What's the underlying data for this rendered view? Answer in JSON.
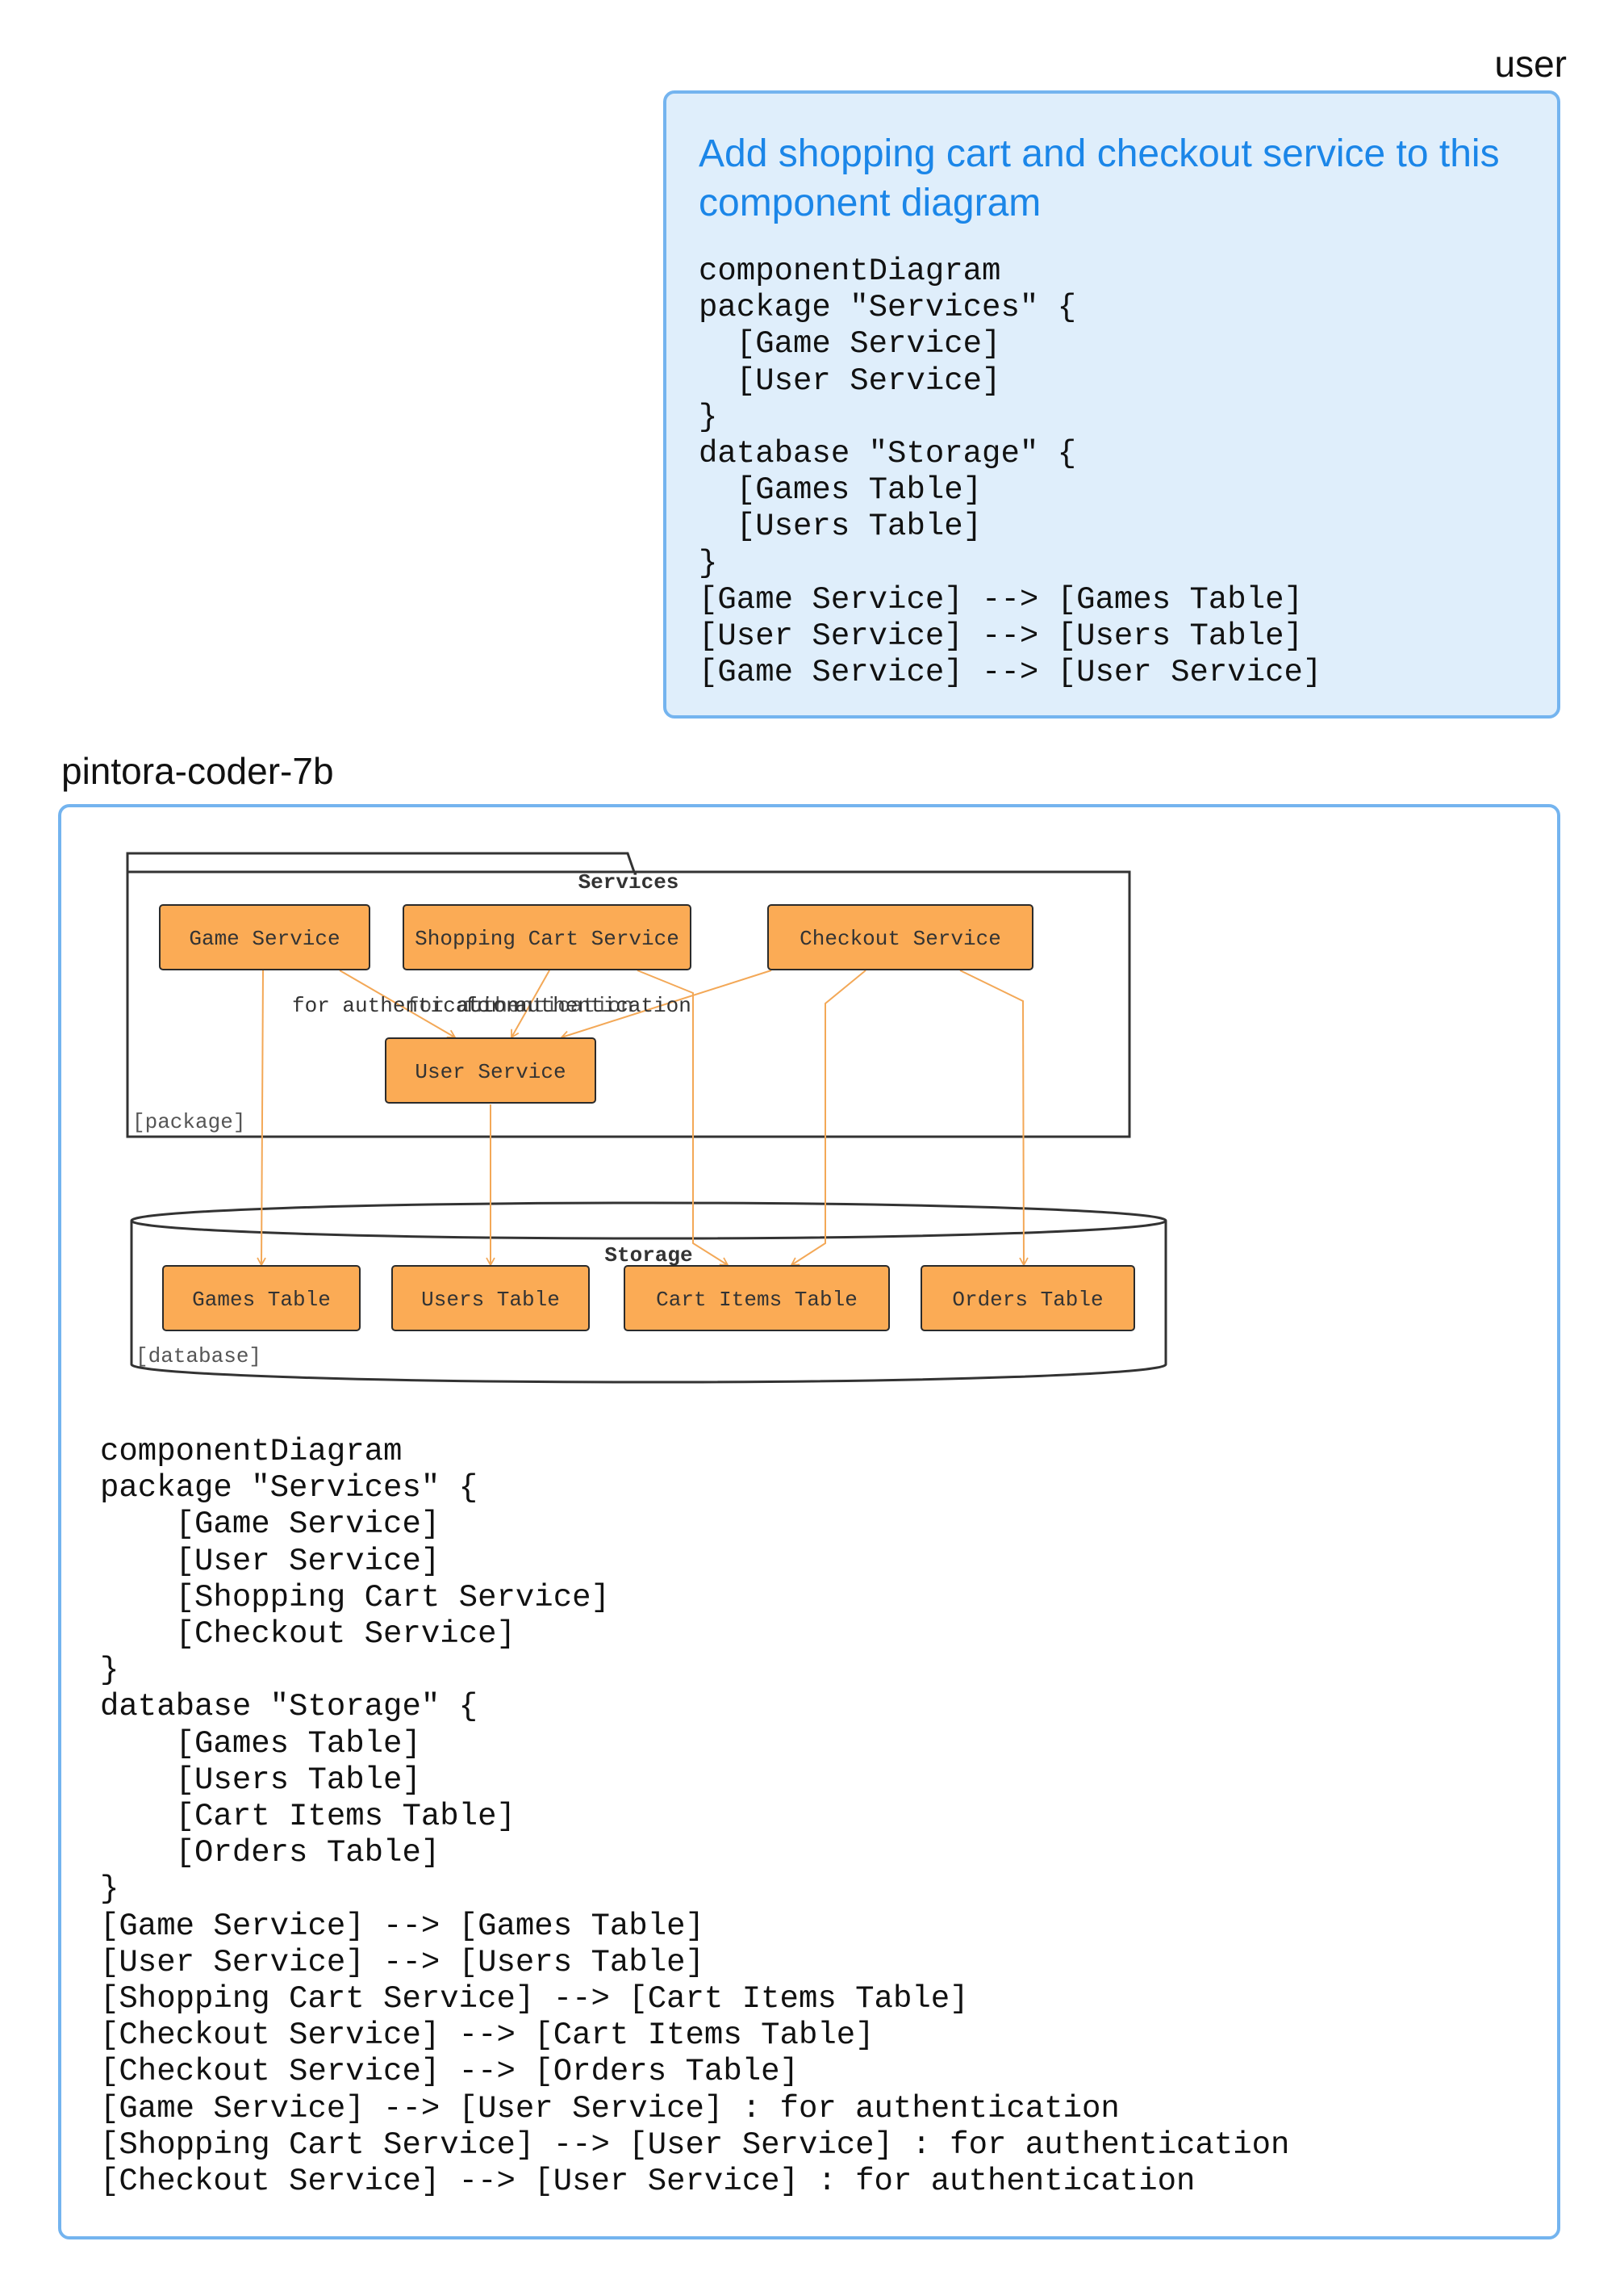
{
  "user_label": "user",
  "assistant_label": "pintora-coder-7b",
  "prompt": {
    "title": "Add shopping cart and checkout service to this component diagram",
    "code": "componentDiagram\npackage \"Services\" {\n  [Game Service]\n  [User Service]\n}\ndatabase \"Storage\" {\n  [Games Table]\n  [Users Table]\n}\n[Game Service] --> [Games Table]\n[User Service] --> [Users Table]\n[Game Service] --> [User Service]"
  },
  "diagram": {
    "colors": {
      "node_fill": "#fbab55",
      "node_stroke": "#2b2b2b",
      "edge": "#f3a857",
      "frame": "#333333"
    },
    "package": {
      "title": "Services",
      "stereotype": "[package]"
    },
    "database": {
      "title": "Storage",
      "stereotype": "[database]"
    },
    "nodes": {
      "game_service": "Game Service",
      "shopping_cart_service": "Shopping Cart Service",
      "checkout_service": "Checkout Service",
      "user_service": "User Service",
      "games_table": "Games Table",
      "users_table": "Users Table",
      "cart_items_table": "Cart Items Table",
      "orders_table": "Orders Table"
    },
    "edge_labels": {
      "game_to_user": "for authentication",
      "cart_to_user": "for authentication",
      "checkout_to_user": "for authentication"
    }
  },
  "response_code": "componentDiagram\npackage \"Services\" {\n    [Game Service]\n    [User Service]\n    [Shopping Cart Service]\n    [Checkout Service]\n}\ndatabase \"Storage\" {\n    [Games Table]\n    [Users Table]\n    [Cart Items Table]\n    [Orders Table]\n}\n[Game Service] --> [Games Table]\n[User Service] --> [Users Table]\n[Shopping Cart Service] --> [Cart Items Table]\n[Checkout Service] --> [Cart Items Table]\n[Checkout Service] --> [Orders Table]\n[Game Service] --> [User Service] : for authentication\n[Shopping Cart Service] --> [User Service] : for authentication\n[Checkout Service] --> [User Service] : for authentication"
}
